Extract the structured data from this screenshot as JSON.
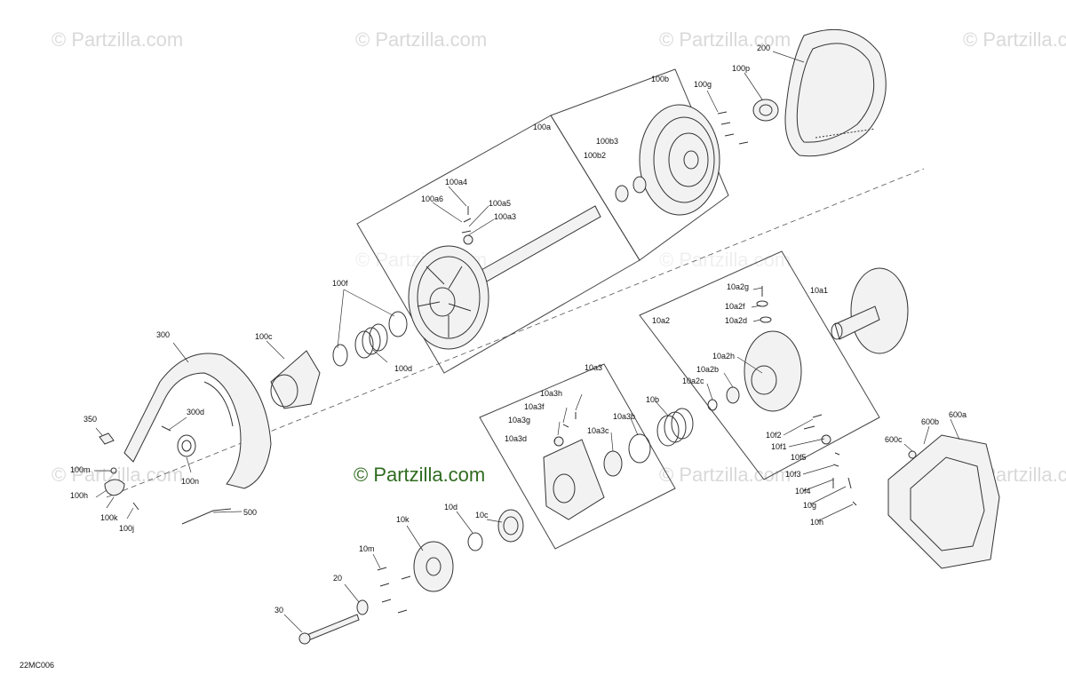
{
  "watermarks": [
    "© Partzilla.com",
    "© Partzilla.com",
    "© Partzilla.com",
    "© Partzilla.com",
    "© Partzilla.com",
    "© Partzilla.com",
    "© Partzilla.com",
    "© Partzilla.com",
    "© Partzilla.com"
  ],
  "main_watermark": "© Partzilla.com",
  "diagram_code": "22MC006",
  "labels": {
    "l200": "200",
    "l100p": "100p",
    "l100g": "100g",
    "l100b": "100b",
    "l100a": "100a",
    "l100b3": "100b3",
    "l100b2": "100b2",
    "l100a4": "100a4",
    "l100a6": "100a6",
    "l100a5": "100a5",
    "l100a3": "100a3",
    "l100f": "100f",
    "l100c": "100c",
    "l100d": "100d",
    "l300": "300",
    "l300d": "300d",
    "l350": "350",
    "l100m": "100m",
    "l100h": "100h",
    "l100n": "100n",
    "l100k": "100k",
    "l100j": "100j",
    "l500": "500",
    "l10a1": "10a1",
    "l10a2g": "10a2g",
    "l10a2f": "10a2f",
    "l10a2d": "10a2d",
    "l10a2": "10a2",
    "l10a2h": "10a2h",
    "l10a2b": "10a2b",
    "l10a2c": "10a2c",
    "l10a3": "10a3",
    "l10a3h": "10a3h",
    "l10a3f": "10a3f",
    "l10a3g": "10a3g",
    "l10a3d": "10a3d",
    "l10a3c": "10a3c",
    "l10a3b": "10a3b",
    "l10b": "10b",
    "l10f2": "10f2",
    "l10f1": "10f1",
    "l10f3": "10f3",
    "l10f5": "10f5",
    "l10f4": "10f4",
    "l10g": "10g",
    "l10h": "10h",
    "l600b": "600b",
    "l600a": "600a",
    "l600c": "600c",
    "l10c": "10c",
    "l10d": "10d",
    "l10k": "10k",
    "l10m": "10m",
    "l20": "20",
    "l30": "30"
  },
  "colors": {
    "line": "#333333",
    "watermark": "#d9d9d9",
    "main_watermark": "#2f6b1f"
  }
}
